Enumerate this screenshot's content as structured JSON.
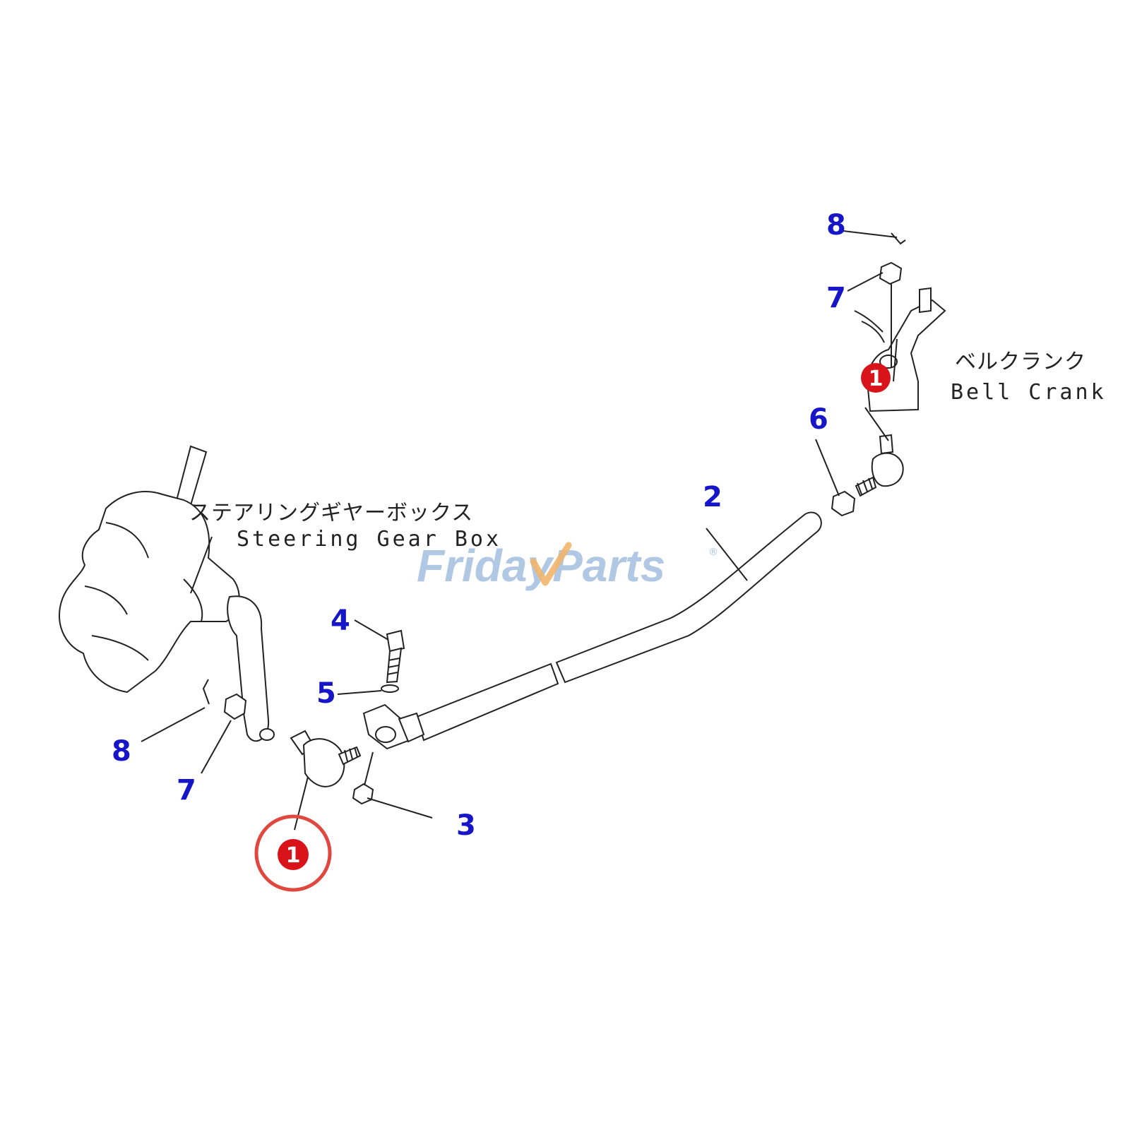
{
  "watermark": {
    "word1": "Friday",
    "word2": "Parts",
    "reg": "®",
    "color_main": "#a9c3e3",
    "color_accent": "#f2b56b"
  },
  "labels": {
    "steering_gear_box_jp": "ステアリングギヤーボックス",
    "steering_gear_box_en": "Steering Gear Box",
    "bell_crank_jp": "ベルクランク",
    "bell_crank_en": "Bell Crank"
  },
  "callouts": {
    "color": "#1616c8",
    "items": [
      "8",
      "7",
      "6",
      "2",
      "4",
      "5",
      "8",
      "7",
      "3"
    ]
  },
  "highlight": {
    "number": "1",
    "fill_color": "#d8141a",
    "ring_color": "#e0473f"
  }
}
